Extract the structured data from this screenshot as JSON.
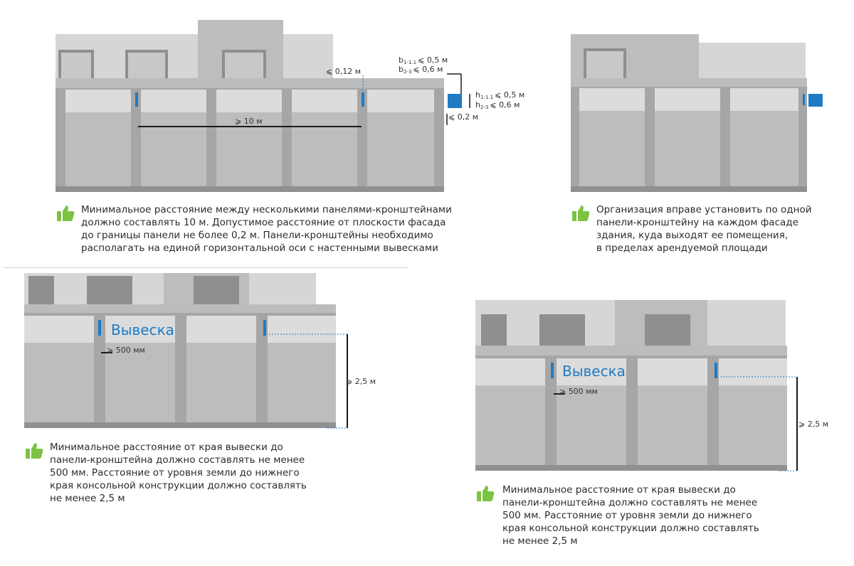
{
  "diagram1": {
    "dim_max_offset": "⩽ 0,12 м",
    "dim_b": "b",
    "dim_b_sub1": "1-1.1",
    "dim_b_val1": "⩽ 0,5 м",
    "dim_b_sub2": "2-3",
    "dim_b_val2": "⩽ 0,6 м",
    "dim_h": "h",
    "dim_h_sub1": "1-1.1",
    "dim_h_val1": "⩽ 0,5 м",
    "dim_h_sub2": "2-3",
    "dim_h_val2": "⩽ 0,6 м",
    "dim_gap": "⩽ 0,2 м",
    "dim_spacing": "⩾ 10 м",
    "caption": [
      "Минимальное расстояние между несколькими панелями-кронштейнами",
      "должно составлять 10 м. Допустимое расстояние от плоскости фасада",
      "до границы панели не более 0,2 м. Панели-кронштейны необходимо",
      "располагать на единой горизонтальной оси с настенными вывесками"
    ]
  },
  "diagram2": {
    "caption": [
      "Организация вправе установить по одной",
      "панели-кронштейну на каждом фасаде",
      "здания, куда выходят ее помещения,",
      "в пределах арендуемой площади"
    ]
  },
  "diagram3": {
    "sign_label": "Вывеска",
    "dim_edge": "⩾ 500 мм",
    "dim_ground": "⩾ 2,5 м",
    "caption": [
      "Минимальное расстояние от края вывески до",
      "панели-кронштейна должно составлять не менее",
      "500 мм. Расстояние от уровня земли до нижнего",
      "края консольной конструкции должно составлять",
      "не менее 2,5 м"
    ]
  },
  "diagram4": {
    "sign_label": "Вывеска",
    "dim_edge": "⩾ 500 мм",
    "dim_ground": "⩾ 2,5 м",
    "caption": [
      "Минимальное расстояние от края вывески до",
      "панели-кронштейна должно составлять не менее",
      "500 мм. Расстояние от уровня земли до нижнего",
      "края консольной конструкции должно составлять",
      "не менее 2,5 м"
    ]
  },
  "colors": {
    "facade_dark": "#a6a6a6",
    "facade_mid": "#bdbdbd",
    "facade_light": "#d5d5d5",
    "accent_blue": "#1e7bc4",
    "icon_green": "#7cc243",
    "dim_line": "#1a1a1a"
  },
  "icons": [
    "thumbs-up-icon"
  ]
}
